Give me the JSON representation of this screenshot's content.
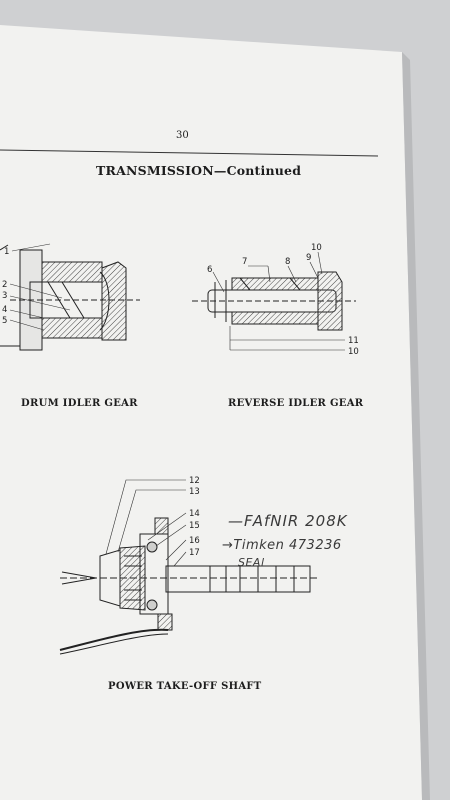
{
  "page": {
    "page_number": "30",
    "title": "TRANSMISSION—Continued"
  },
  "figures": {
    "drum_idler": {
      "caption": "DRUM IDLER GEAR",
      "callouts": [
        "1",
        "2",
        "3",
        "4",
        "5"
      ]
    },
    "reverse_idler": {
      "caption": "REVERSE IDLER GEAR",
      "callouts": [
        "6",
        "7",
        "8",
        "9",
        "10",
        "11",
        "10"
      ]
    },
    "pto_shaft": {
      "caption": "POWER TAKE-OFF SHAFT",
      "callouts": [
        "12",
        "13",
        "14",
        "15",
        "16",
        "17"
      ]
    }
  },
  "handwriting": {
    "line1": "—FAfNIR 208K",
    "line2": "→Timken 473236",
    "line3": "SEAl"
  },
  "colors": {
    "paper": "#f2f2f0",
    "background": "#cfd0d2",
    "ink": "#1d1d1d"
  }
}
